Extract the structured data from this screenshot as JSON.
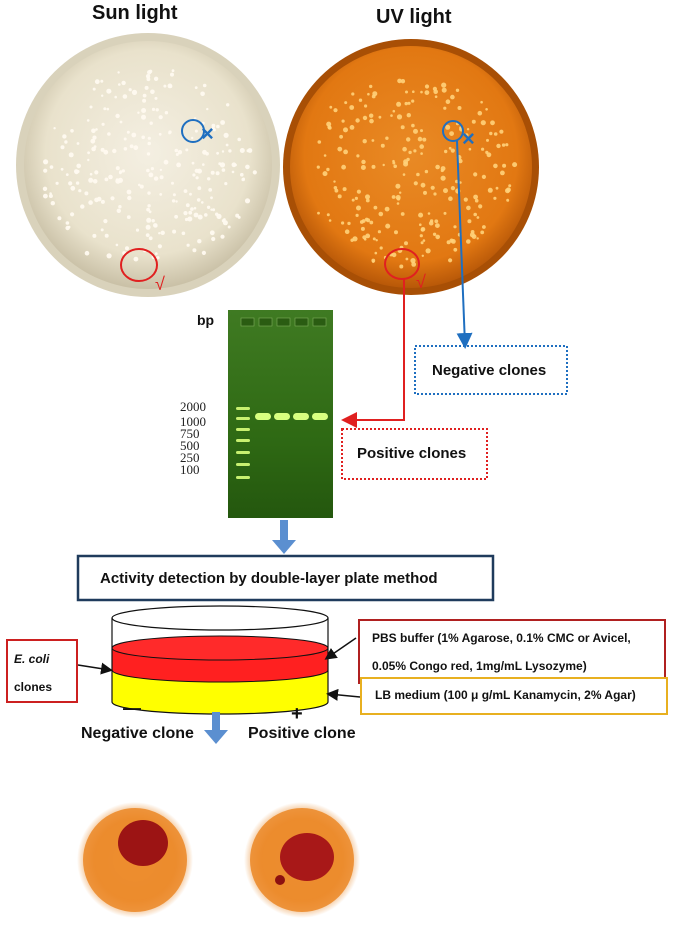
{
  "plates": {
    "sun_title": "Sun light",
    "uv_title": "UV light"
  },
  "gel": {
    "unit": "bp",
    "ladder": [
      "2000",
      "1000",
      "750",
      "500",
      "250",
      "100"
    ]
  },
  "labels": {
    "negative_clones": "Negative clones",
    "positive_clones": "Positive clones",
    "activity_detection": "Activity detection by double-layer plate method",
    "ecoli_italic": "E.  coli",
    "ecoli_clones": "clones",
    "pbs_line1": "PBS buffer (1% Agarose, 0.1% CMC or Avicel,",
    "pbs_line2": "0.05% Congo red, 1mg/mL Lysozyme)",
    "lb_medium": "LB medium (100 μ g/mL Kanamycin, 2% Agar)",
    "minus": "—",
    "plus": "+",
    "negative_clone": "Negative clone",
    "positive_clone": "Positive clone",
    "check_mark": "√",
    "cross_mark": "×"
  },
  "colors": {
    "blue": "#1f6fc0",
    "red": "#e02020",
    "arrow_blue": "#5b8fd0",
    "dark_navy": "#1f3b5c",
    "pbs_layer": "#ff2020",
    "lb_layer": "#ffff00",
    "uv_plate": "#e8801a",
    "gel_green": "#2f6b12"
  }
}
